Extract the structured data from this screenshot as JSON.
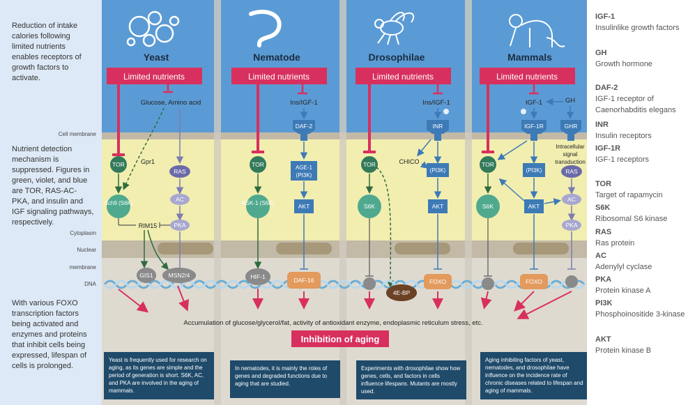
{
  "left_panel": {
    "intro": "Reduction of intake calories following limited nutrients enables receptors of growth factors to activate.",
    "nutrient": "Nutrient detection mechanism is suppressed. Figures in green, violet, and blue are TOR, RAS-AC-PKA, and insulin and IGF signaling pathways, respectively.",
    "foxo": "With various FOXO transcription factors being activated and enzymes and proteins that inhibit cells being expressed, lifespan of cells is prolonged.",
    "label_cell_membrane": "Cell membrane",
    "label_cytoplasm": "Cytoplasm",
    "label_nuclear": "Nuclear",
    "label_membrane": "membrane",
    "label_dna": "DNA"
  },
  "columns": {
    "yeast": "Yeast",
    "nematode": "Nematode",
    "drosophilae": "Drosophilae",
    "mammals": "Mammals"
  },
  "limited_nutrients": "Limited nutrients",
  "yeast": {
    "glucose": "Glucose, Amino acid",
    "tor": "TOR",
    "gpr1": "Gpr1",
    "ras": "RAS",
    "sch9": "Sch9 (S6K)",
    "ac": "AC",
    "rim15": "RIM15",
    "pka": "PKA",
    "gis1": "GIS1",
    "msn": "MSN2/4"
  },
  "nematode": {
    "ins": "Ins/IGF-1",
    "daf2": "DAF-2",
    "tor": "TOR",
    "age1": "AGE-1 (PI3K)",
    "rsk1": "RSK-1 (S6K)",
    "akt": "AKT",
    "hif1": "HIF-1",
    "daf16": "DAF-16"
  },
  "drosophilae": {
    "ins": "Ins/IGF-1",
    "inr": "INR",
    "chico": "CHICO",
    "tor": "TOR",
    "pi3k": "(PI3K)",
    "s6k": "S6K",
    "akt": "AKT",
    "foxo": "FOXO",
    "ebp": "4E-BP"
  },
  "mammals": {
    "igf1": "IGF-1",
    "gh": "GH",
    "igf1r": "IGF-1R",
    "ghr": "GHR",
    "intracellular": "Intracellular signal transduction",
    "tor": "TOR",
    "pi3k": "(PI3K)",
    "ras": "RAS",
    "s6k": "S6K",
    "akt": "AKT",
    "ac": "AC",
    "pka": "PKA",
    "foxo": "FOXO"
  },
  "accumulation": "Accumulation of glucose/glycerol/fat, activity of antioxidant enzyme, endoplasmic reticulum stress, etc.",
  "inhibition": "Inhibition of aging",
  "info": {
    "yeast": "Yeast is frequently used for research on aging, as its genes are simple and the period of generation is short. S6K, AC, and PKA are involved in the aging of mammals.",
    "nematode": "In nematodes, it is mainly the roles of genes and degraded functions due to aging that are studied.",
    "drosophilae": "Experiments with drosophilae show how genes, cells, and factors in cells influence lifespans. Mutants are mostly used.",
    "mammals": "Aging inhibiting factors of yeast, nematodes, and drosophilae have influence on the incidence rate of chronic diseases related to lifespan and aging of mammals."
  },
  "legend": [
    {
      "abbr": "IGF-1",
      "full": "Insulinlike growth factors"
    },
    {
      "abbr": "GH",
      "full": "Growth hormone"
    },
    {
      "abbr": "DAF-2",
      "full": "IGF-1 receptor of Caenorhabditis elegans"
    },
    {
      "abbr": "INR",
      "full": "Insulin receptors"
    },
    {
      "abbr": "IGF-1R",
      "full": "IGF-1 receptors"
    },
    {
      "abbr": "TOR",
      "full": "Target of rapamycin"
    },
    {
      "abbr": "S6K",
      "full": "Ribosomal S6 kinase"
    },
    {
      "abbr": "RAS",
      "full": "Ras protein"
    },
    {
      "abbr": "AC",
      "full": "Adenylyl cyclase"
    },
    {
      "abbr": "PKA",
      "full": "Protein kinase A"
    },
    {
      "abbr": "PI3K",
      "full": "Phosphoinositide 3-kinase"
    },
    {
      "abbr": "AKT",
      "full": "Protein kinase B"
    }
  ],
  "colors": {
    "header_blue": "#5b9bd5",
    "cytoplasm": "#f1eeb0",
    "membrane": "#c2b9a6",
    "red": "#d8305e",
    "green": "#4fa98e",
    "violet": "#6b6aa8",
    "blue": "#3d7ab6",
    "orange": "#e39a5d",
    "dark_navy": "#1f4a6a"
  }
}
